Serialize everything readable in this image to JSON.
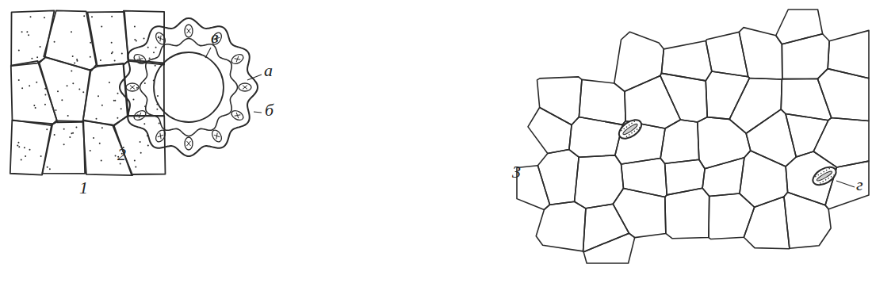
{
  "diagram": {
    "labels": [
      "1",
      "2",
      "в",
      "а",
      "б",
      "3",
      "г"
    ]
  }
}
